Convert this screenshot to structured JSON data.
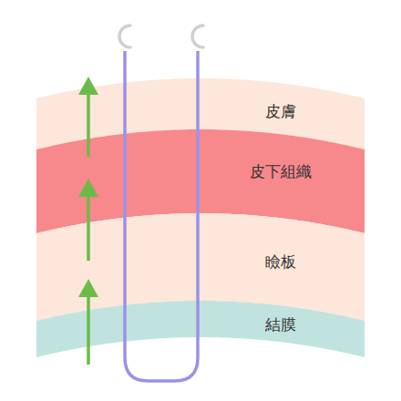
{
  "diagram": {
    "nodes": [
      {
        "text": [
          "皮膚"
        ]
      },
      {
        "text": [
          "皮下組織"
        ]
      },
      {
        "text": [
          "瞼板"
        ]
      },
      {
        "text": [
          "結膜"
        ]
      }
    ]
  }
}
